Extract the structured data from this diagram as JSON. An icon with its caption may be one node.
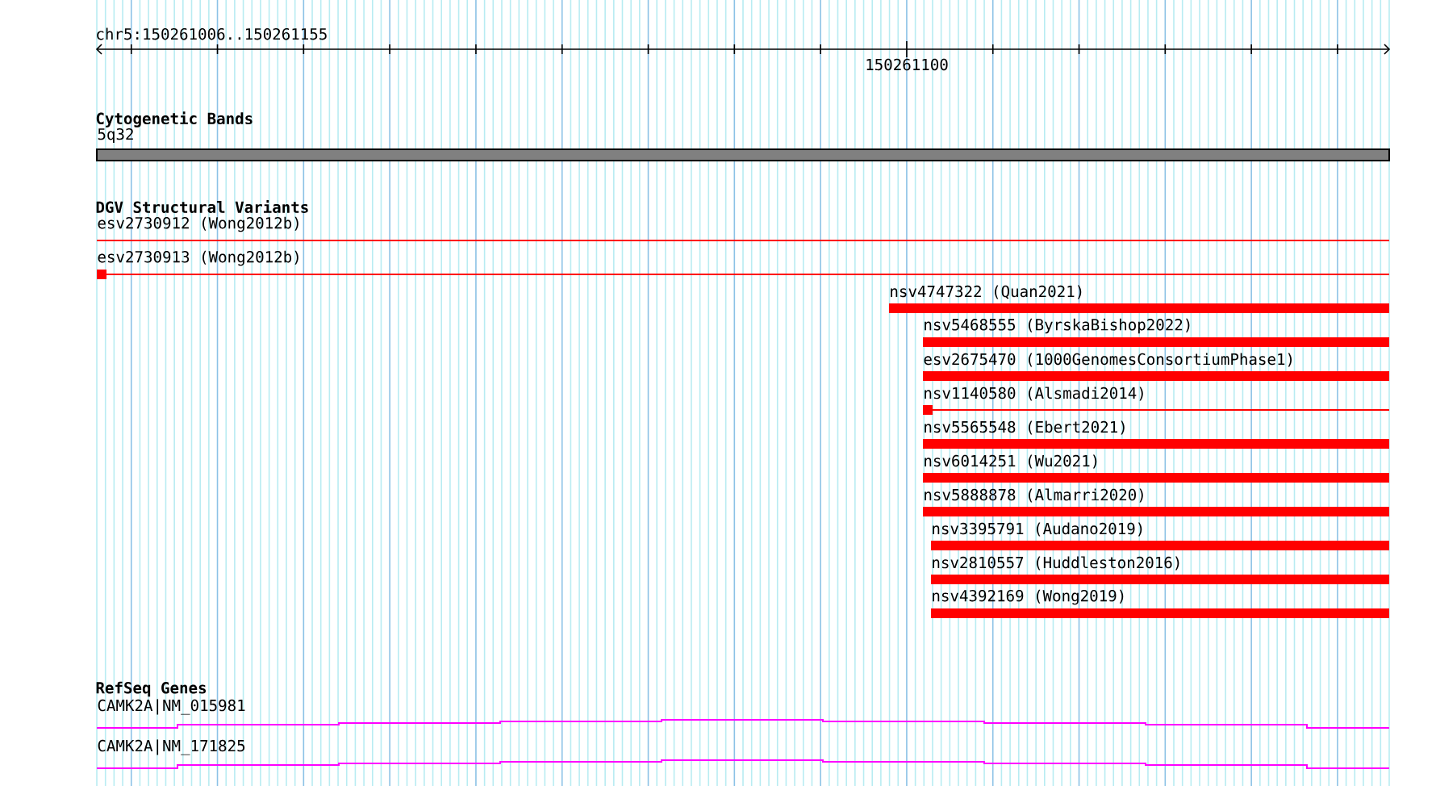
{
  "diagram": {
    "nodes": [
      {
        "text": [
          "5q32"
        ]
      },
      {
        "text": [
          "esv2730912 (Wong2012b)"
        ]
      },
      {
        "text": [
          "esv2730913 (Wong2012b)"
        ]
      },
      {
        "text": [
          "nsv4747322 (Quan2021)"
        ]
      },
      {
        "text": [
          "nsv5468555 (ByrskaBishop2022)"
        ]
      },
      {
        "text": [
          "esv2675470 (1000GenomesConsortiumPhase1)"
        ]
      },
      {
        "text": [
          "nsv1140580 (Alsmadi2014)"
        ]
      },
      {
        "text": [
          "nsv5565548 (Ebert2021)"
        ]
      },
      {
        "text": [
          "nsv6014251 (Wu2021)"
        ]
      },
      {
        "text": [
          "nsv5888878 (Almarri2020)"
        ]
      },
      {
        "text": [
          "nsv3395791 (Audano2019)"
        ]
      },
      {
        "text": [
          "nsv2810557 (Huddleston2016)"
        ]
      },
      {
        "text": [
          "nsv4392169 (Wong2019)"
        ]
      },
      {
        "text": [
          "CAMK2A|NM_015981"
        ]
      },
      {
        "text": [
          "CAMK2A|NM_171825"
        ]
      }
    ],
    "labels": [
      "chr5:150261006..150261155",
      "150261100",
      "Cytogenetic Bands",
      "DGV Structural Variants",
      "RefSeq Genes"
    ]
  }
}
